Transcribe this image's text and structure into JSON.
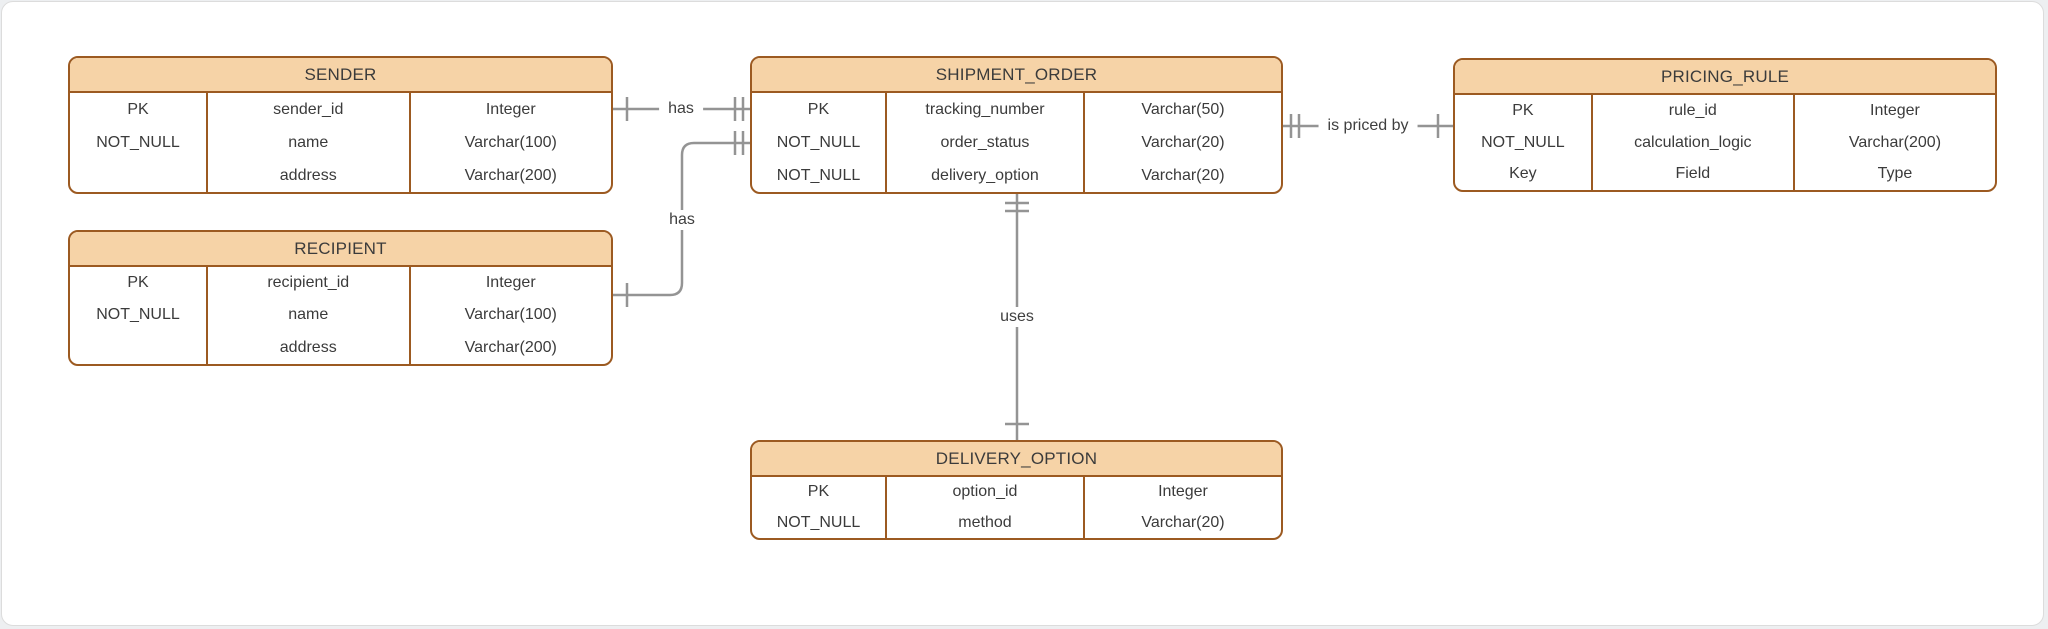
{
  "diagram": {
    "kind": "entity-relationship-diagram",
    "colors": {
      "entity_header_fill": "#f6d3a7",
      "entity_border": "#9c5a21",
      "entity_body_fill": "#ffffff",
      "connector": "#949494",
      "text": "#3b3b3b",
      "canvas_background": "#ffffff"
    }
  },
  "entities": [
    {
      "title": "SENDER",
      "rows": [
        [
          "PK",
          "sender_id",
          "Integer"
        ],
        [
          "NOT_NULL",
          "name",
          "Varchar(100)"
        ],
        [
          "",
          "address",
          "Varchar(200)"
        ]
      ]
    },
    {
      "title": "RECIPIENT",
      "rows": [
        [
          "PK",
          "recipient_id",
          "Integer"
        ],
        [
          "NOT_NULL",
          "name",
          "Varchar(100)"
        ],
        [
          "",
          "address",
          "Varchar(200)"
        ]
      ]
    },
    {
      "title": "SHIPMENT_ORDER",
      "rows": [
        [
          "PK",
          "tracking_number",
          "Varchar(50)"
        ],
        [
          "NOT_NULL",
          "order_status",
          "Varchar(20)"
        ],
        [
          "NOT_NULL",
          "delivery_option",
          "Varchar(20)"
        ]
      ]
    },
    {
      "title": "PRICING_RULE",
      "rows": [
        [
          "PK",
          "rule_id",
          "Integer"
        ],
        [
          "NOT_NULL",
          "calculation_logic",
          "Varchar(200)"
        ],
        [
          "Key",
          "Field",
          "Type"
        ]
      ]
    },
    {
      "title": "DELIVERY_OPTION",
      "rows": [
        [
          "PK",
          "option_id",
          "Integer"
        ],
        [
          "NOT_NULL",
          "method",
          "Varchar(20)"
        ]
      ]
    }
  ],
  "relationships": [
    {
      "label": "has",
      "from": "SENDER",
      "to": "SHIPMENT_ORDER",
      "from_marker": "one",
      "to_marker": "exactly-one"
    },
    {
      "label": "has",
      "from": "RECIPIENT",
      "to": "SHIPMENT_ORDER",
      "from_marker": "one",
      "to_marker": "exactly-one"
    },
    {
      "label": "is priced by",
      "from": "SHIPMENT_ORDER",
      "to": "PRICING_RULE",
      "from_marker": "exactly-one",
      "to_marker": "one"
    },
    {
      "label": "uses",
      "from": "SHIPMENT_ORDER",
      "to": "DELIVERY_OPTION",
      "from_marker": "exactly-one",
      "to_marker": "one"
    }
  ]
}
